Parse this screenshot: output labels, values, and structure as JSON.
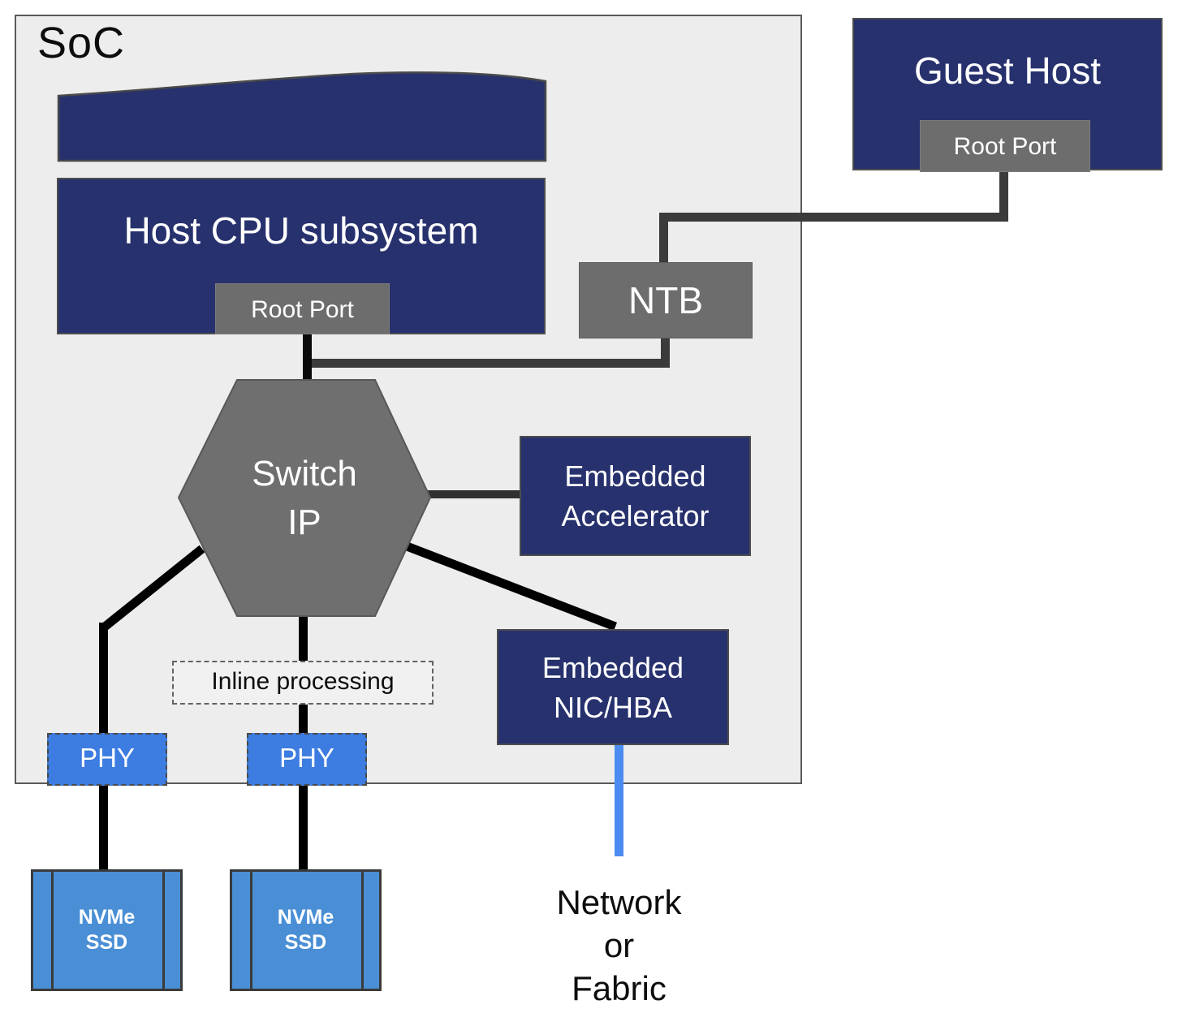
{
  "soc": {
    "label": "SoC"
  },
  "host_cpu": {
    "label": "Host CPU subsystem",
    "root_port_label": "Root Port"
  },
  "guest_host": {
    "label": "Guest Host",
    "root_port_label": "Root Port"
  },
  "ntb": {
    "label": "NTB"
  },
  "switch_ip": {
    "line1": "Switch",
    "line2": "IP"
  },
  "embedded_accelerator": {
    "line1": "Embedded",
    "line2": "Accelerator"
  },
  "embedded_nic_hba": {
    "line1": "Embedded",
    "line2": "NIC/HBA"
  },
  "inline_processing": {
    "label": "Inline processing"
  },
  "phy_blocks": [
    {
      "label": "PHY"
    },
    {
      "label": "PHY"
    }
  ],
  "nvme_ssds": [
    {
      "line1": "NVMe",
      "line2": "SSD"
    },
    {
      "line1": "NVMe",
      "line2": "SSD"
    }
  ],
  "network_fabric": {
    "line1": "Network",
    "line2": "or",
    "line3": "Fabric"
  },
  "colors": {
    "navy_block": "#27316d",
    "gray_block": "#6d6d6d",
    "hexagon_gray": "#6f6f6f",
    "soc_background": "#ededed",
    "phy_blue": "#3d7ce0",
    "ssd_blue": "#4a8fd5",
    "network_link_blue": "#4c8bf0",
    "ntb_connector_gray": "#3b3b3b",
    "switch_connector_black": "#000000"
  }
}
